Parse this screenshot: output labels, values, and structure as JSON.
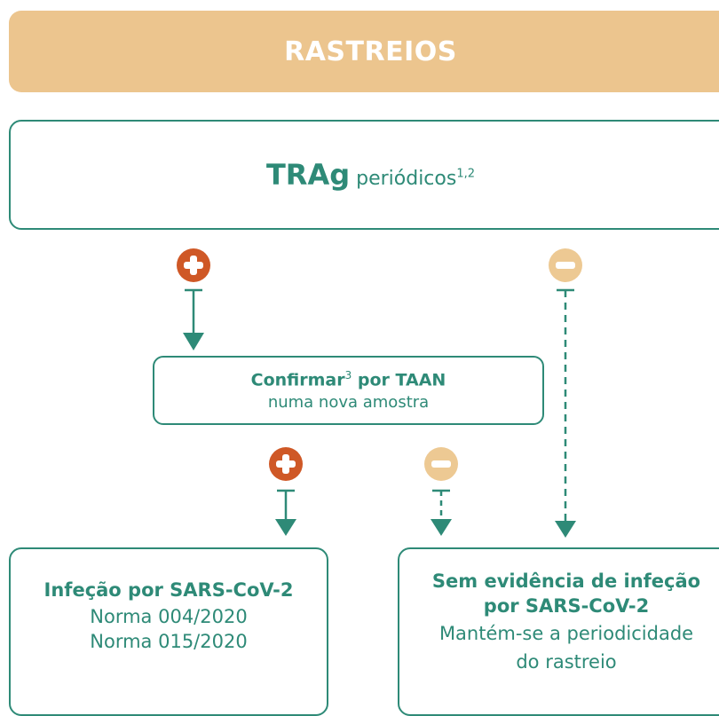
{
  "header": {
    "title": "RASTREIOS"
  },
  "trag_box": {
    "strong": "TRAg",
    "text": "periódicos",
    "sup": "1,2"
  },
  "confirm_box": {
    "strong_a": "Confirmar",
    "sup": "3",
    "strong_b": "por TAAN",
    "line2": "numa nova amostra"
  },
  "infection_box": {
    "title": "Infeção por SARS-CoV-2",
    "lines": [
      "Norma 004/2020",
      "Norma 015/2020"
    ]
  },
  "no_evidence_box": {
    "title_lines": [
      "Sem evidência de infeção",
      "por SARS-CoV-2"
    ],
    "body_lines": [
      "Mantém-se a periodicidade",
      "do rastreio"
    ]
  },
  "colors": {
    "teal": "#2e8a77",
    "header": "#ecc58e",
    "positive": "#cf5826",
    "negative": "#edc993"
  },
  "icons": [
    "plus-circle-icon",
    "minus-circle-icon"
  ]
}
